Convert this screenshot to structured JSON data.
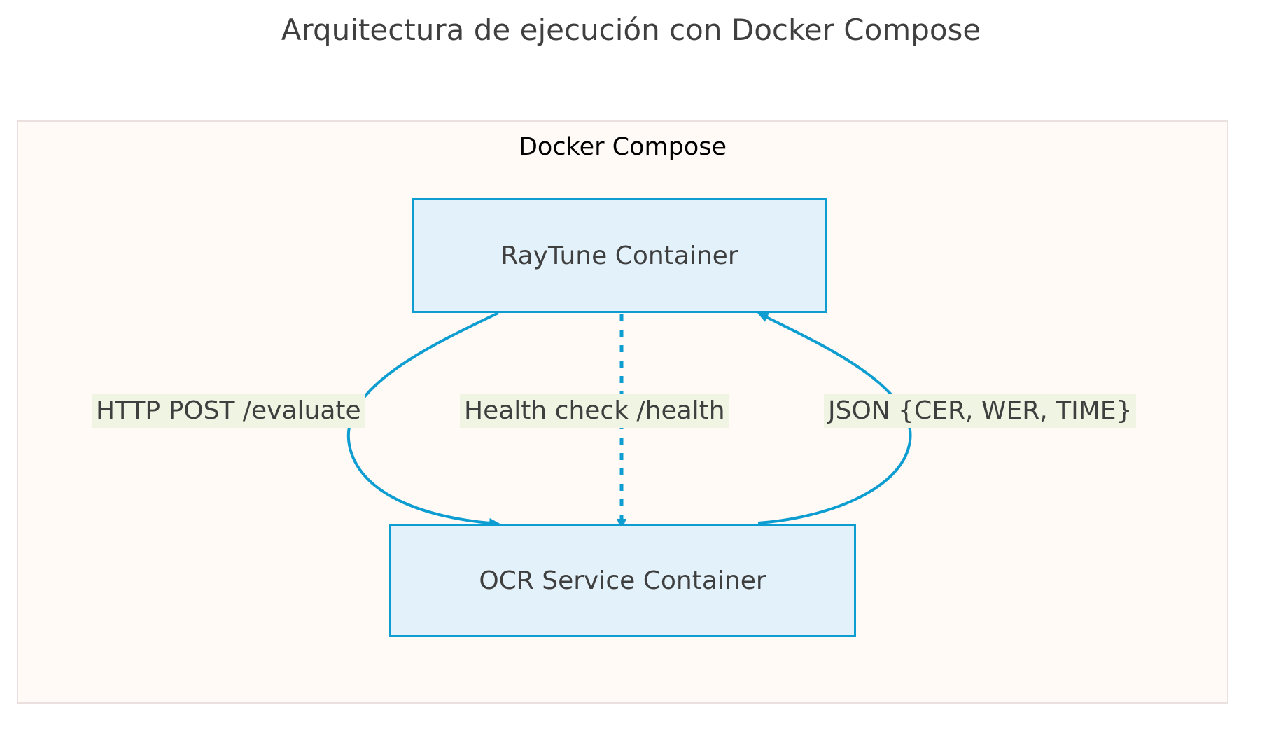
{
  "title": "Arquitectura de ejecución con Docker Compose",
  "cluster": {
    "label": "Docker Compose",
    "fill": "#fffaf6",
    "border": "#ecdfdf"
  },
  "nodes": [
    {
      "id": "raytune",
      "label": "RayTune Container",
      "fill": "#e3f2fa",
      "border": "#0e9dd1",
      "text_color": "#3f3f3f"
    },
    {
      "id": "ocr",
      "label": "OCR Service Container",
      "fill": "#e3f2fa",
      "border": "#0e9dd1",
      "text_color": "#3f3f3f"
    }
  ],
  "edges": [
    {
      "id": "request",
      "label": "HTTP POST /evaluate",
      "from": "raytune",
      "to": "ocr",
      "style": "solid",
      "color": "#0e9dd1",
      "arrow": "triangle"
    },
    {
      "id": "health",
      "label": "Health check /health",
      "from": "raytune",
      "to": "ocr",
      "style": "dotted",
      "color": "#0e9dd1",
      "arrow": "triangle"
    },
    {
      "id": "response",
      "label": "JSON {CER, WER, TIME}",
      "from": "ocr",
      "to": "raytune",
      "style": "solid",
      "color": "#0e9dd1",
      "arrow": "triangle"
    }
  ],
  "label_background": "#eff4e3",
  "page_background": "#ffffff"
}
